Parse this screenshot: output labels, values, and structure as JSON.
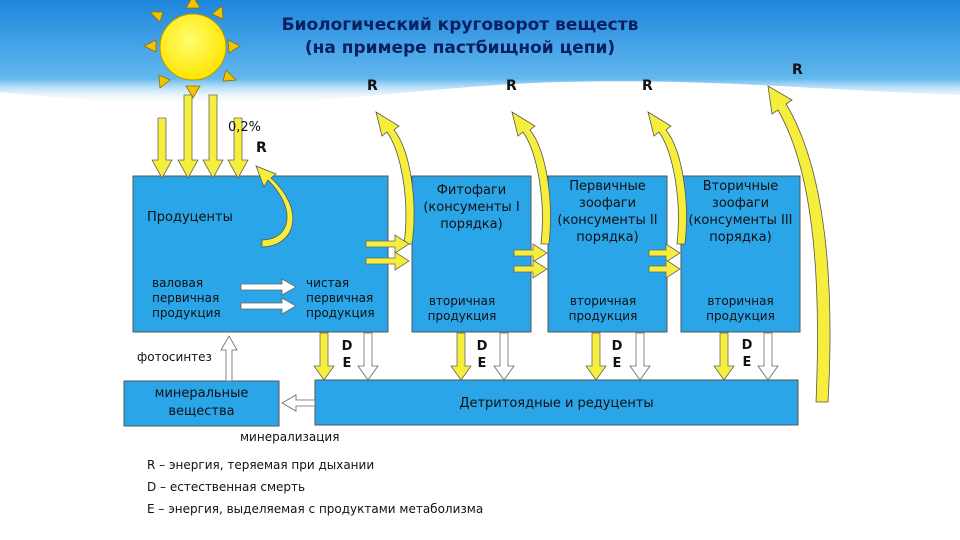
{
  "title": {
    "line1": "Биологический круговорот веществ",
    "line2": "(на примере пастбищной цепи)"
  },
  "sun_percent": "0,2%",
  "respiration_symbol": "R",
  "death_symbol": "D",
  "metabolism_symbol": "E",
  "producers": {
    "title": "Продуценты",
    "gross": "валовая первичная продукция",
    "net": "чистая первичная продукция"
  },
  "phytophages": {
    "title": "Фитофаги (консументы I порядка)",
    "production": "вторичная продукция"
  },
  "primary_zoophages": {
    "title": "Первичные зоофаги (консументы II порядка)",
    "production": "вторичная продукция"
  },
  "secondary_zoophages": {
    "title": "Вторичные зоофаги (консументы III порядка)",
    "production": "вторичная продукция"
  },
  "photosynthesis": "фотосинтез",
  "minerals": "минеральные вещества",
  "decomposers": "Детритоядные и редуценты",
  "mineralization": "минерализация",
  "legend": [
    "R – энергия, теряемая при дыхании",
    "D – естественная смерть",
    "E – энергия, выделяемая с продуктами метаболизма"
  ],
  "colors": {
    "box": "#2aa5e8",
    "sky": "#1a8fe0",
    "arrow_yellow": "#f5ee3c",
    "sun": "#fff100",
    "sun_ray": "#f2c400"
  }
}
